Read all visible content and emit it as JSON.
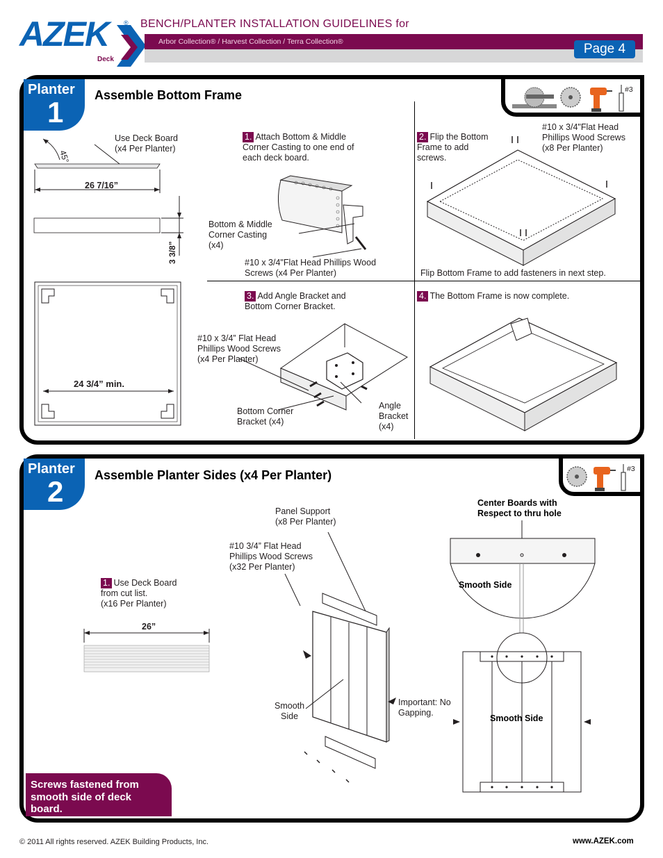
{
  "brand": {
    "name": "AZEK",
    "sub": "Deck",
    "registered": "®",
    "color": "#0b63b4",
    "accent": "#7b0a4f"
  },
  "header": {
    "title": "BENCH/PLANTER INSTALLATION GUIDELINES for",
    "collections": "Arbor Collection® / Harvest Collection / Terra Collection®",
    "page": "Page 4"
  },
  "section1": {
    "tab_word": "Planter",
    "tab_number": "1",
    "title": "Assemble Bottom Frame",
    "tools_label": "#3",
    "cut": {
      "board_label": "Use Deck Board\n(x4 Per Planter)",
      "angle": "45°",
      "length": "26  7/16”",
      "width": "3  3/8”",
      "min_label": "24  3/4”  min."
    },
    "steps": [
      {
        "no": "1.",
        "text": "Attach Bottom & Middle\nCorner Casting to one end of\neach deck board."
      },
      {
        "no": "2.",
        "text": "Flip the Bottom\nFrame to add\nscrews."
      },
      {
        "no": "3.",
        "text": "Add Angle Bracket and\nBottom Corner Bracket."
      },
      {
        "no": "4.",
        "text": "The Bottom Frame is now complete."
      }
    ],
    "callouts": {
      "casting": "Bottom & Middle\nCorner Casting\n(x4)",
      "screws_a": "#10 x 3/4\"Flat Head Phillips Wood\nScrews (x4 Per Planter)",
      "screws_b": "#10 x 3/4\"Flat Head\nPhillips Wood Screws\n(x8 Per Planter)",
      "flip_note": "Flip Bottom Frame to add fasteners in next step.",
      "screws_c": "#10 x 3/4” Flat Head\nPhillips Wood Screws\n(x4 Per Planter)",
      "corner_bracket": "Bottom Corner\nBracket (x4)",
      "angle_bracket": "Angle\nBracket\n(x4)"
    }
  },
  "section2": {
    "tab_word": "Planter",
    "tab_number": "2",
    "title": "Assemble Planter Sides (x4 Per Planter)",
    "tools_label": "#3",
    "step": {
      "no": "1.",
      "text": "Use Deck Board\nfrom cut list.\n(x16 Per Planter)"
    },
    "length": "26”",
    "callouts": {
      "panel_support": "Panel Support\n(x8 Per Planter)",
      "screws": "#10  3/4” Flat Head\nPhillips Wood Screws\n(x32 Per Planter)",
      "smooth_side_left": "Smooth\nSide",
      "no_gapping": "Important: No\nGapping.",
      "center_boards": "Center Boards with\nRespect to thru hole",
      "smooth_side_zoom": "Smooth Side",
      "smooth_side_panel": "Smooth  Side"
    },
    "note": "Screws fastened from\nsmooth side of deck\nboard."
  },
  "footer": {
    "copyright": "© 2011  All rights reserved.  AZEK Building Products, Inc.",
    "website": "www.AZEK.com"
  }
}
